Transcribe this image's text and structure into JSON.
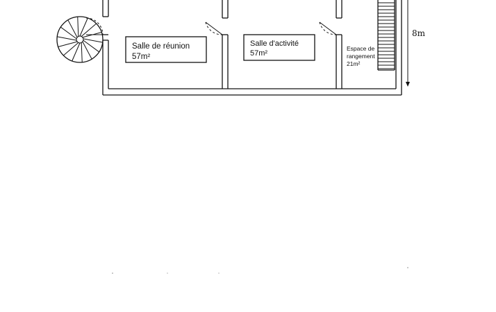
{
  "rooms": [
    {
      "name": "Salle de réunion",
      "area": "57m²"
    },
    {
      "name": "Salle d'activité",
      "area": "57m²"
    },
    {
      "name": "Espace de rangement",
      "name_line1": "Espace de",
      "name_line2": "rangement",
      "area": "21m²"
    }
  ],
  "dimension": {
    "label": "8m"
  }
}
